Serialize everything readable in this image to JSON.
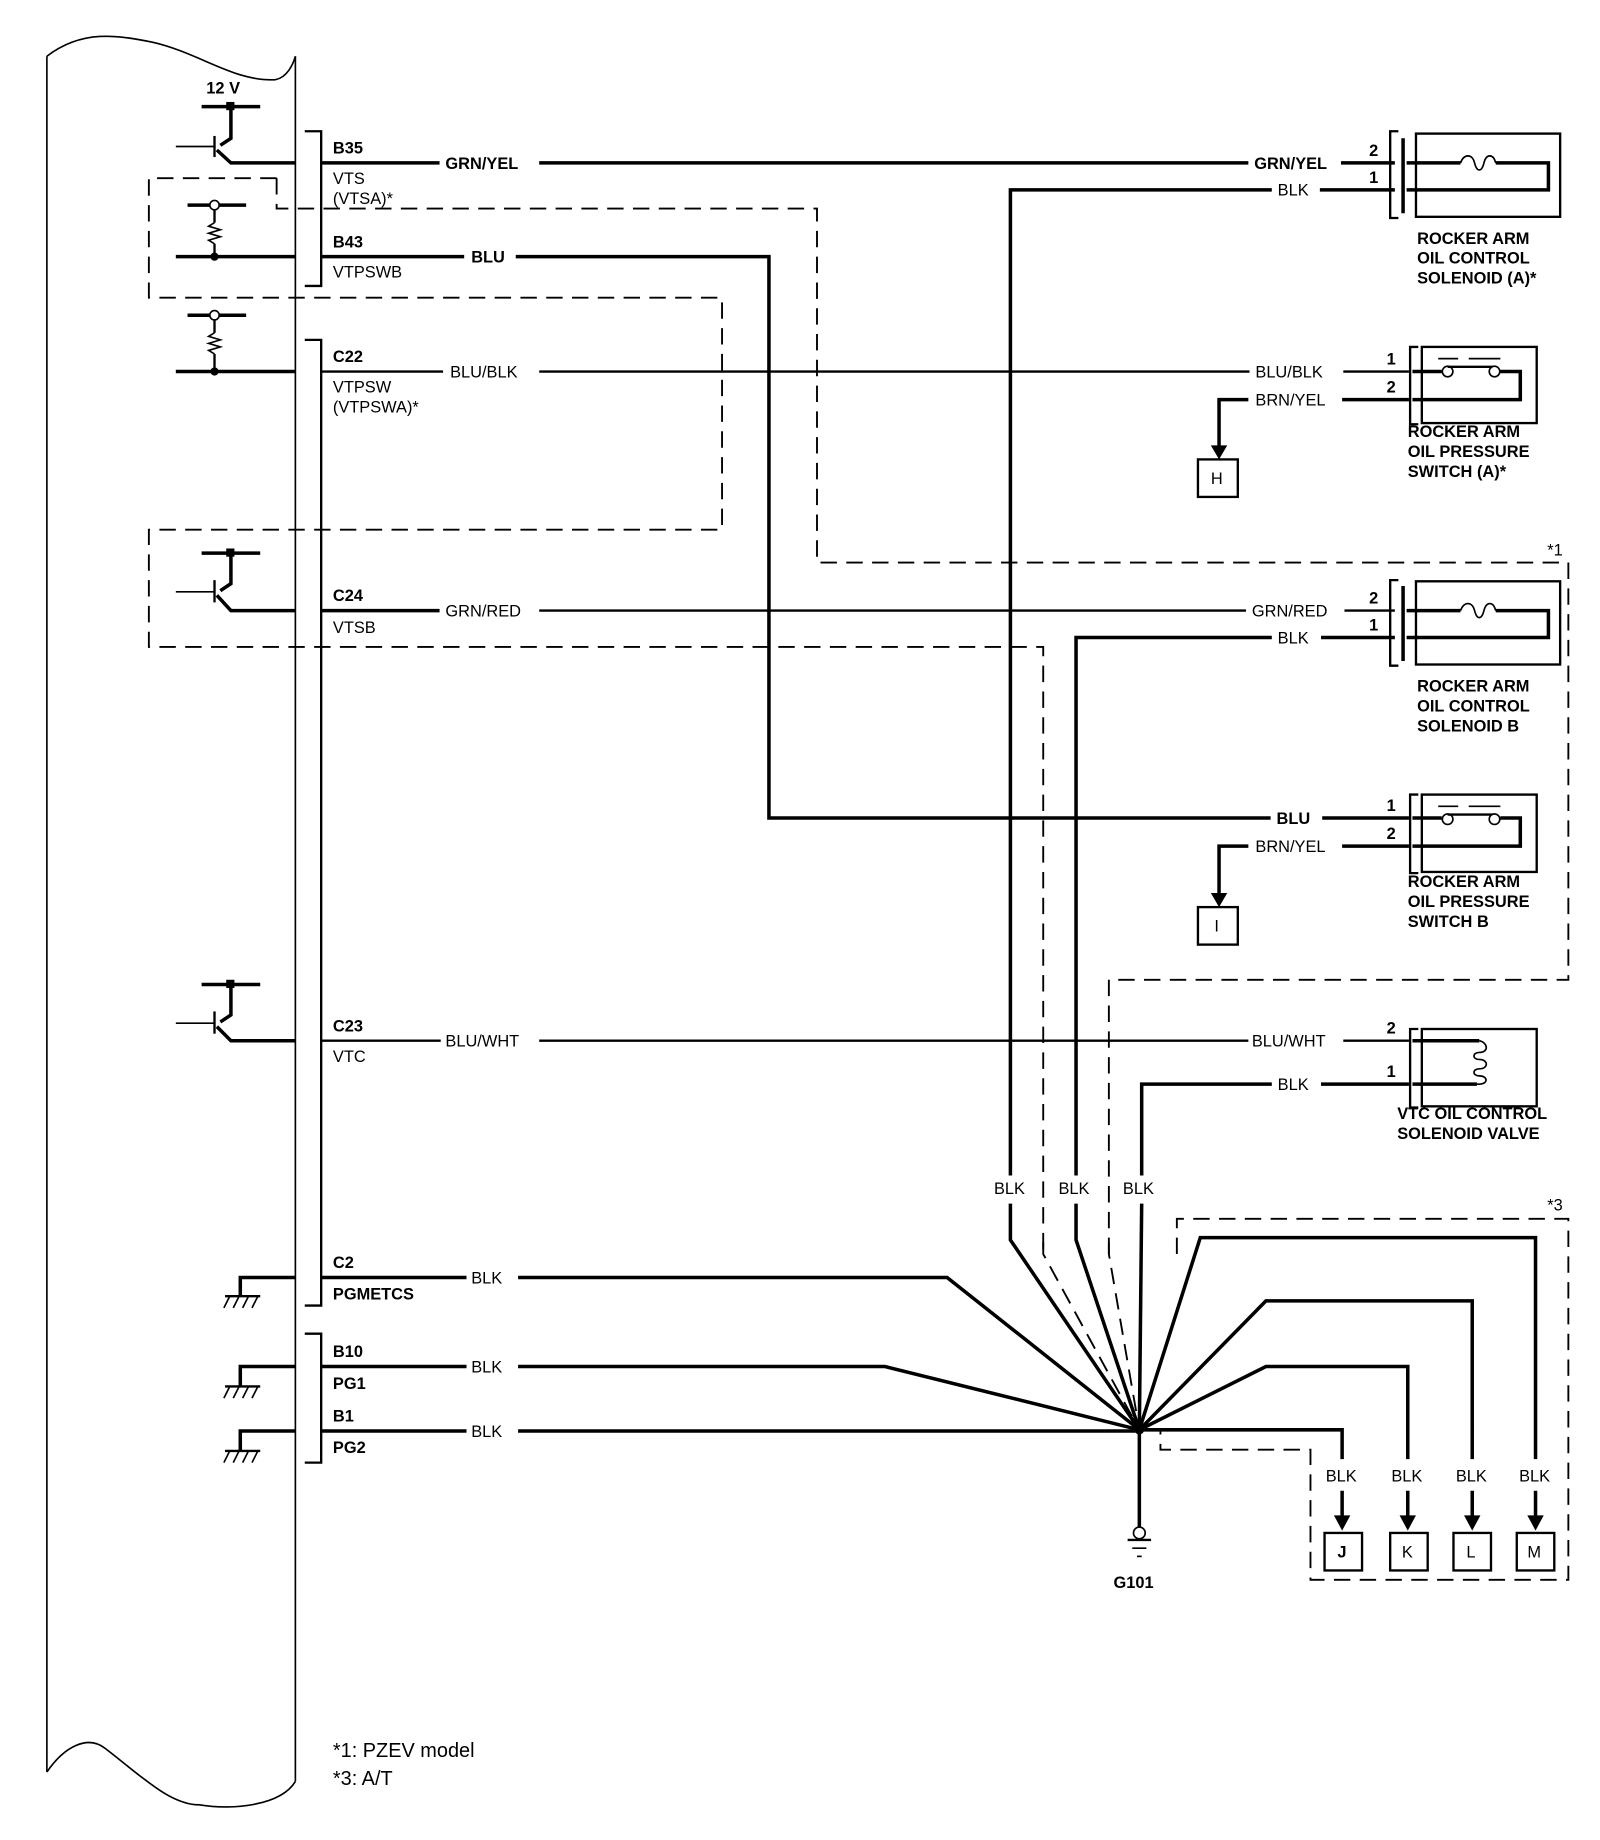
{
  "ecm": {
    "supply_label": "12 V",
    "pins": [
      {
        "pin": "B35",
        "signal": "VTS",
        "signal_alt": "(VTSA)*",
        "wire": "GRN/YEL"
      },
      {
        "pin": "B43",
        "signal": "VTPSWB",
        "signal_alt": "",
        "wire": "BLU"
      },
      {
        "pin": "C22",
        "signal": "VTPSW",
        "signal_alt": "(VTPSWA)*",
        "wire": "BLU/BLK"
      },
      {
        "pin": "C24",
        "signal": "VTSB",
        "signal_alt": "",
        "wire": "GRN/RED"
      },
      {
        "pin": "C23",
        "signal": "VTC",
        "signal_alt": "",
        "wire": "BLU/WHT"
      },
      {
        "pin": "C2",
        "signal": "PGMETCS",
        "signal_alt": "",
        "wire": "BLK"
      },
      {
        "pin": "B10",
        "signal": "PG1",
        "signal_alt": "",
        "wire": "BLK"
      },
      {
        "pin": "B1",
        "signal": "PG2",
        "signal_alt": "",
        "wire": "BLK"
      }
    ]
  },
  "components": [
    {
      "name_lines": [
        "ROCKER ARM",
        "OIL CONTROL",
        "SOLENOID (A)*"
      ],
      "terminals": [
        {
          "num": "2",
          "wire": "GRN/YEL"
        },
        {
          "num": "1",
          "wire": "BLK"
        }
      ]
    },
    {
      "name_lines": [
        "ROCKER ARM",
        "OIL PRESSURE",
        "SWITCH (A)*"
      ],
      "terminals": [
        {
          "num": "1",
          "wire": "BLU/BLK"
        },
        {
          "num": "2",
          "wire": "BRN/YEL"
        }
      ]
    },
    {
      "name_lines": [
        "ROCKER ARM",
        "OIL CONTROL",
        "SOLENOID B"
      ],
      "terminals": [
        {
          "num": "2",
          "wire": "GRN/RED"
        },
        {
          "num": "1",
          "wire": "BLK"
        }
      ]
    },
    {
      "name_lines": [
        "ROCKER ARM",
        "OIL PRESSURE",
        "SWITCH B"
      ],
      "terminals": [
        {
          "num": "1",
          "wire": "BLU"
        },
        {
          "num": "2",
          "wire": "BRN/YEL"
        }
      ]
    },
    {
      "name_lines": [
        "VTC OIL CONTROL",
        "SOLENOID VALVE"
      ],
      "terminals": [
        {
          "num": "2",
          "wire": "BLU/WHT"
        },
        {
          "num": "1",
          "wire": "BLK"
        }
      ]
    }
  ],
  "offpage_refs": [
    "H",
    "I",
    "J",
    "K",
    "L",
    "M"
  ],
  "ground_drops": {
    "wire": "BLK",
    "vertical_labels": [
      "BLK",
      "BLK",
      "BLK"
    ],
    "connector_labels": [
      "BLK",
      "BLK",
      "BLK",
      "BLK"
    ]
  },
  "ground_point": "G101",
  "region_marks": {
    "pzev": "*1",
    "at": "*3"
  },
  "footnotes": [
    "*1: PZEV model",
    "*3: A/T"
  ]
}
